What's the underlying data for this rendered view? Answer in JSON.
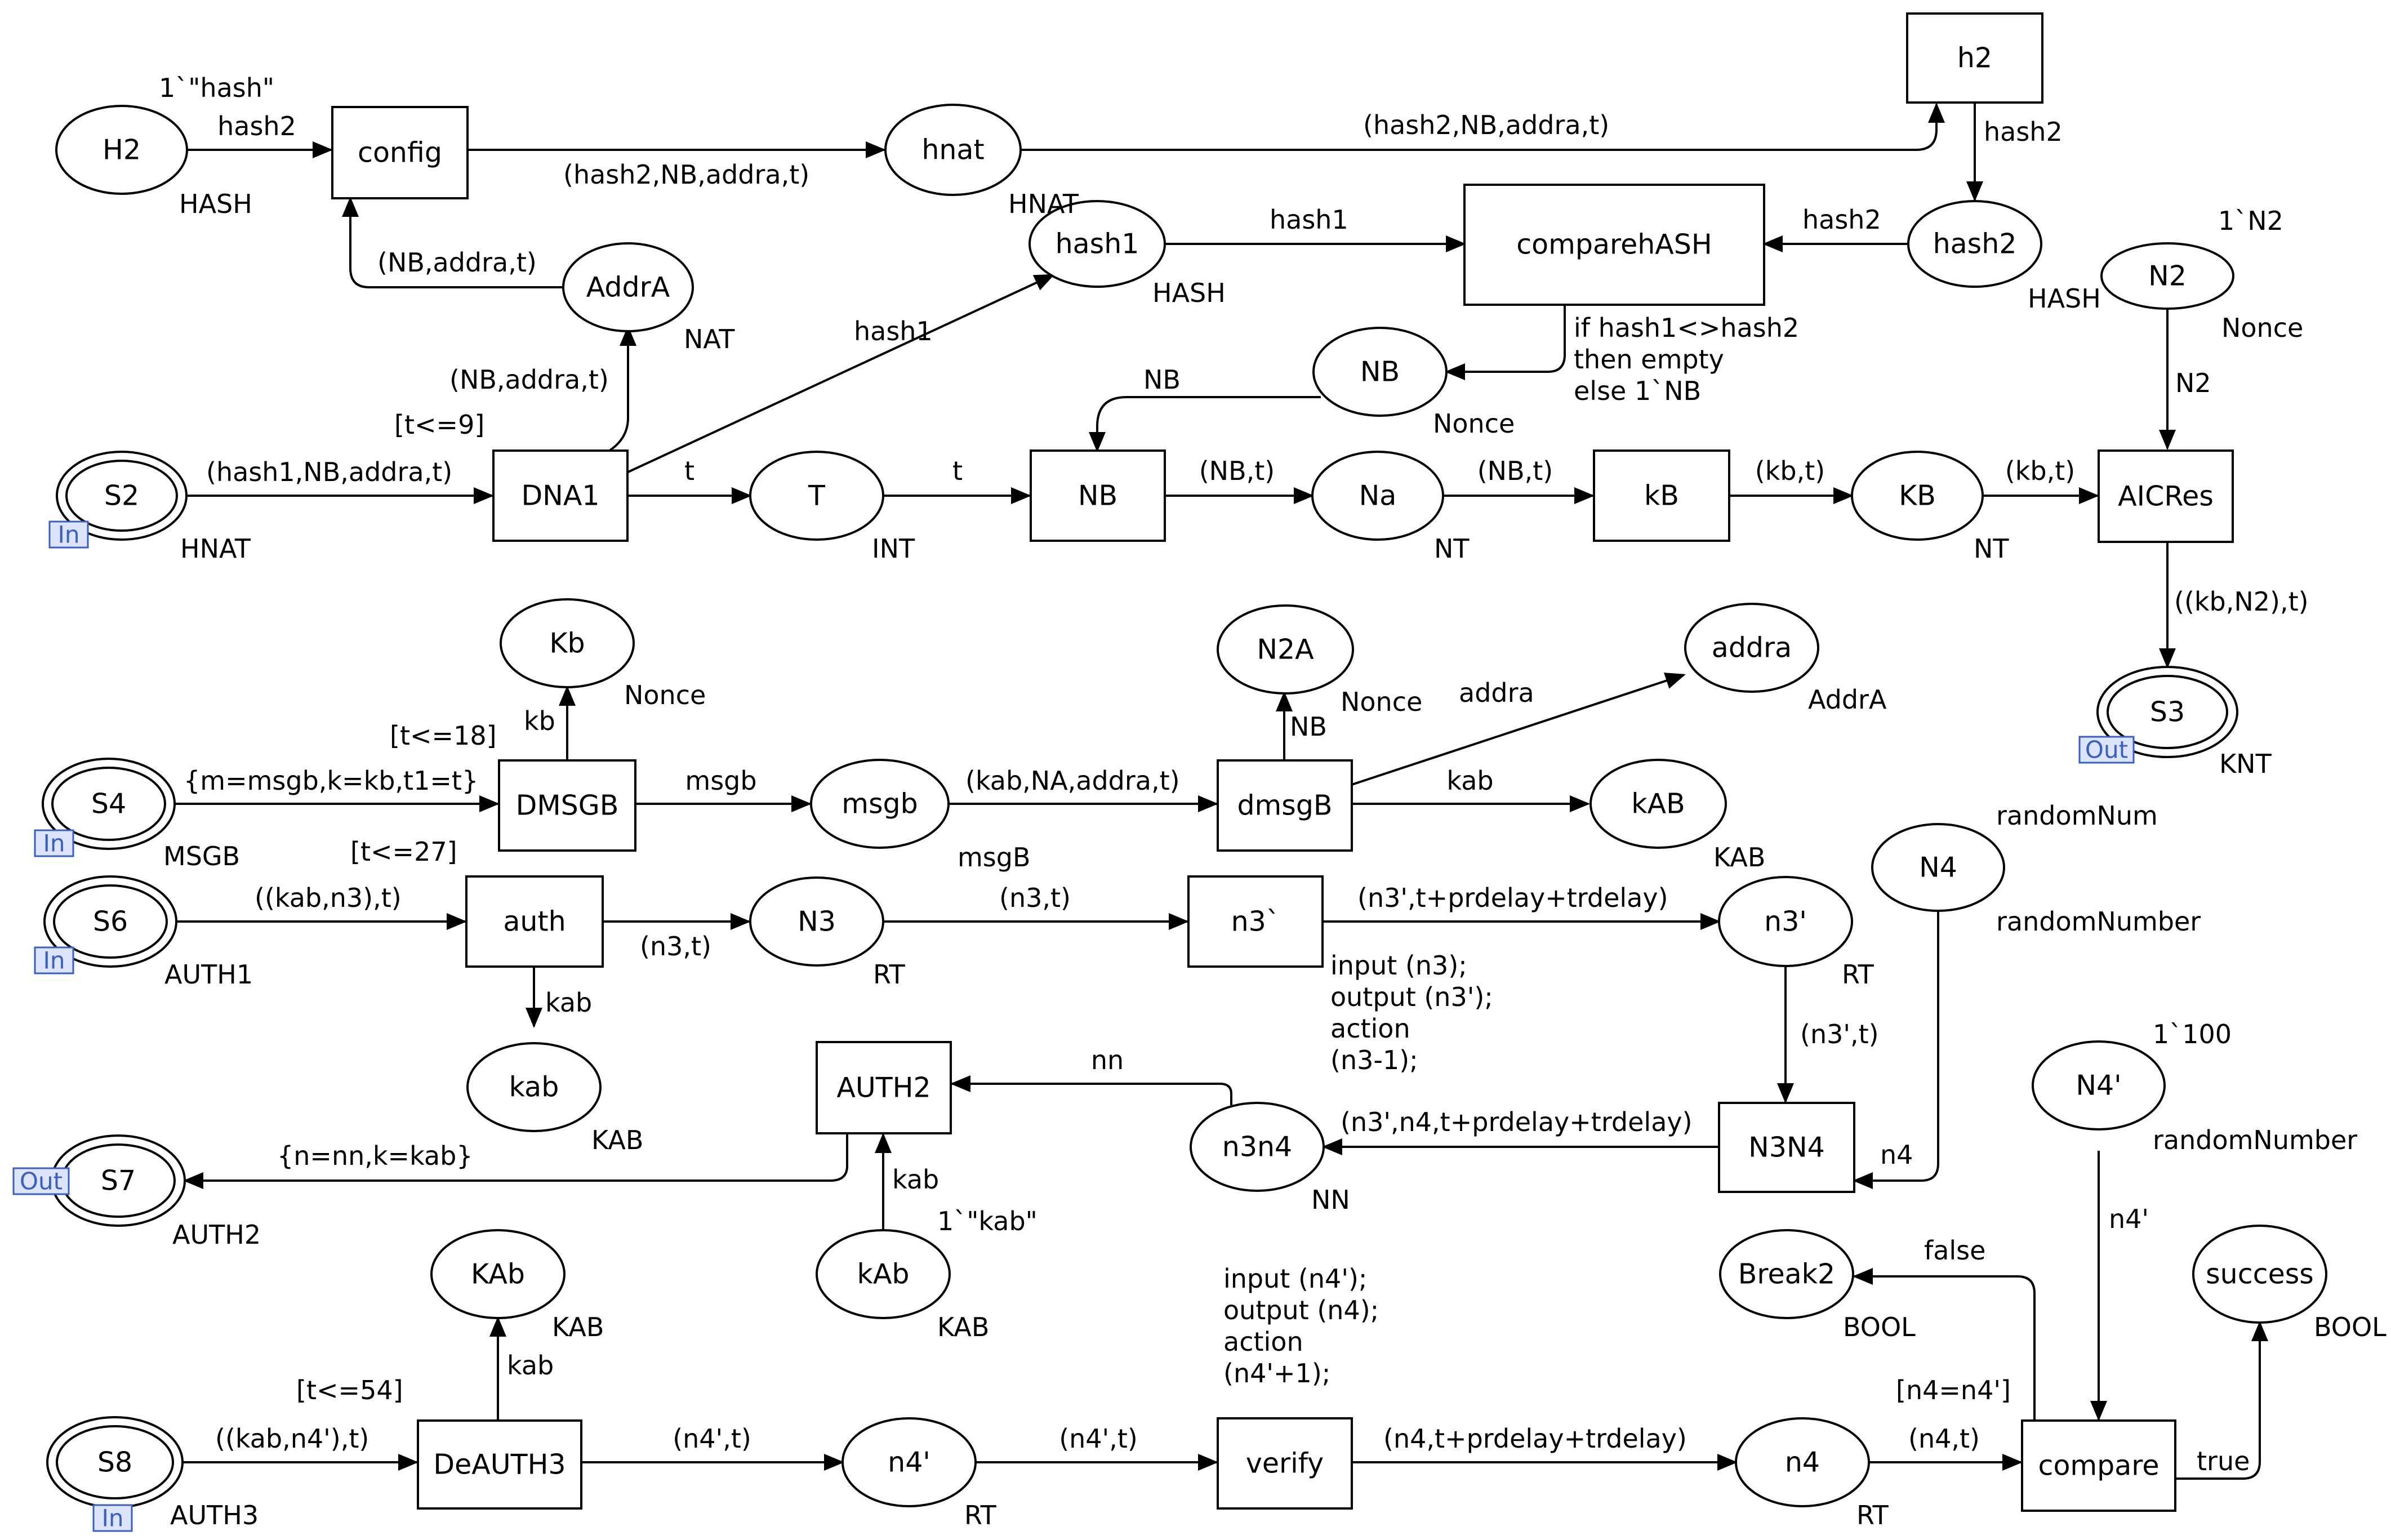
{
  "places": {
    "H2": {
      "name": "H2",
      "type": "HASH"
    },
    "hnat": {
      "name": "hnat",
      "type": "HNAT"
    },
    "hash1": {
      "name": "hash1",
      "type": "HASH"
    },
    "hash2": {
      "name": "hash2",
      "type": "HASH"
    },
    "AddrA": {
      "name": "AddrA",
      "type": "NAT"
    },
    "NBp": {
      "name": "NB",
      "type": "Nonce"
    },
    "N2": {
      "name": "N2",
      "type": "Nonce",
      "initial": "1`N2"
    },
    "S2": {
      "name": "S2",
      "type": "HNAT",
      "port": "In"
    },
    "T": {
      "name": "T",
      "type": "INT"
    },
    "Na": {
      "name": "Na",
      "type": "NT"
    },
    "KB": {
      "name": "KB",
      "type": "NT"
    },
    "S3": {
      "name": "S3",
      "type": "KNT",
      "port": "Out"
    },
    "Kb": {
      "name": "Kb",
      "type": "Nonce"
    },
    "N2A": {
      "name": "N2A",
      "type": "Nonce"
    },
    "addra": {
      "name": "addra",
      "type": "AddrA"
    },
    "S4": {
      "name": "S4",
      "type": "MSGB",
      "port": "In"
    },
    "msgb": {
      "name": "msgb",
      "type": "msgB"
    },
    "kAB": {
      "name": "kAB",
      "type": "KAB"
    },
    "N4": {
      "name": "N4",
      "type": "randomNumber",
      "initial": "randomNum"
    },
    "S6": {
      "name": "S6",
      "type": "AUTH1",
      "port": "In"
    },
    "N3": {
      "name": "N3",
      "type": "RT"
    },
    "n3p": {
      "name": "n3'",
      "type": "RT"
    },
    "kab": {
      "name": "kab",
      "type": "KAB"
    },
    "n3n4": {
      "name": "n3n4",
      "type": "NN"
    },
    "N4p": {
      "name": "N4'",
      "type": "randomNumber",
      "initial": "1`100"
    },
    "S7": {
      "name": "S7",
      "type": "AUTH2",
      "port": "Out"
    },
    "kAb": {
      "name": "kAb",
      "type": "KAB",
      "initial": "1`\"kab\""
    },
    "KAb": {
      "name": "KAb",
      "type": "KAB"
    },
    "Break2": {
      "name": "Break2",
      "type": "BOOL"
    },
    "success": {
      "name": "success",
      "type": "BOOL"
    },
    "S8": {
      "name": "S8",
      "type": "AUTH3",
      "port": "In"
    },
    "n4p": {
      "name": "n4'",
      "type": "RT"
    },
    "n4": {
      "name": "n4",
      "type": "RT"
    }
  },
  "transitions": {
    "config": {
      "name": "config"
    },
    "h2": {
      "name": "h2"
    },
    "comparehASH": {
      "name": "comparehASH"
    },
    "DNA1": {
      "name": "DNA1",
      "guard": "[t<=9]"
    },
    "NBt": {
      "name": "NB"
    },
    "kB": {
      "name": "kB"
    },
    "AICRes": {
      "name": "AICRes"
    },
    "DMSGB": {
      "name": "DMSGB",
      "guard": "[t<=18]"
    },
    "dmsgB": {
      "name": "dmsgB"
    },
    "auth": {
      "name": "auth",
      "guard": "[t<=27]"
    },
    "n3t": {
      "name": "n3`",
      "code": [
        "input (n3);",
        "output (n3');",
        "action",
        "(n3-1);"
      ]
    },
    "AUTH2": {
      "name": "AUTH2"
    },
    "N3N4": {
      "name": "N3N4"
    },
    "DeAUTH3": {
      "name": "DeAUTH3",
      "guard": "[t<=54]"
    },
    "verify": {
      "name": "verify",
      "code": [
        "input (n4');",
        "output (n4);",
        "action",
        "(n4'+1);"
      ]
    },
    "compare": {
      "name": "compare",
      "guard": "[n4=n4']"
    }
  },
  "arcs": {
    "H2_config": "hash2",
    "H2_init": "1`\"hash\"",
    "config_hnat": "(hash2,NB,addra,t)",
    "hnat_h2": "(hash2,NB,addra,t)",
    "h2_hash2": "hash2",
    "hash2_compare": "hash2",
    "hash1_compare": "hash1",
    "AddrA_config": "(NB,addra,t)",
    "DNA1_AddrA": "(NB,addra,t)",
    "DNA1_hash1": "hash1",
    "compare_NB": [
      "if hash1<>hash2",
      "then empty",
      "else 1`NB"
    ],
    "NB_NBt": "NB",
    "N2_AICRes": "N2",
    "S2_DNA1": "(hash1,NB,addra,t)",
    "DNA1_T": "t",
    "T_NB": "t",
    "NB_Na": "(NB,t)",
    "Na_kB": "(NB,t)",
    "kB_KB": "(kb,t)",
    "KB_AICRes": "(kb,t)",
    "AICRes_S3": "((kb,N2),t)",
    "DMSGB_Kb": "kb",
    "dmsgB_N2A": "NB",
    "dmsgB_addra": "addra",
    "S4_DMSGB": "{m=msgb,k=kb,t1=t}",
    "DMSGB_msgb": "msgb",
    "msgb_dmsgB": "(kab,NA,addra,t)",
    "dmsgB_kAB": "kab",
    "S6_auth": "((kab,n3),t)",
    "auth_N3": "(n3,t)",
    "N3_n3t": "(n3,t)",
    "n3t_n3p": "(n3',t+prdelay+trdelay)",
    "auth_kab": "kab",
    "n3p_N3N4": "(n3',t)",
    "N4_N3N4": "n4",
    "N3N4_n3n4": "(n3',n4,t+prdelay+trdelay)",
    "n3n4_AUTH2": "nn",
    "AUTH2_S7": "{n=nn,k=kab}",
    "kAb_AUTH2": "kab",
    "DeAUTH3_KAb": "kab",
    "N4p_compare": "n4'",
    "compare_Break2": "false",
    "compare_success": "true",
    "S8_DeAUTH3": "((kab,n4'),t)",
    "DeAUTH3_n4p": "(n4',t)",
    "n4p_verify": "(n4',t)",
    "verify_n4": "(n4,t+prdelay+trdelay)",
    "n4_compare": "(n4,t)"
  }
}
